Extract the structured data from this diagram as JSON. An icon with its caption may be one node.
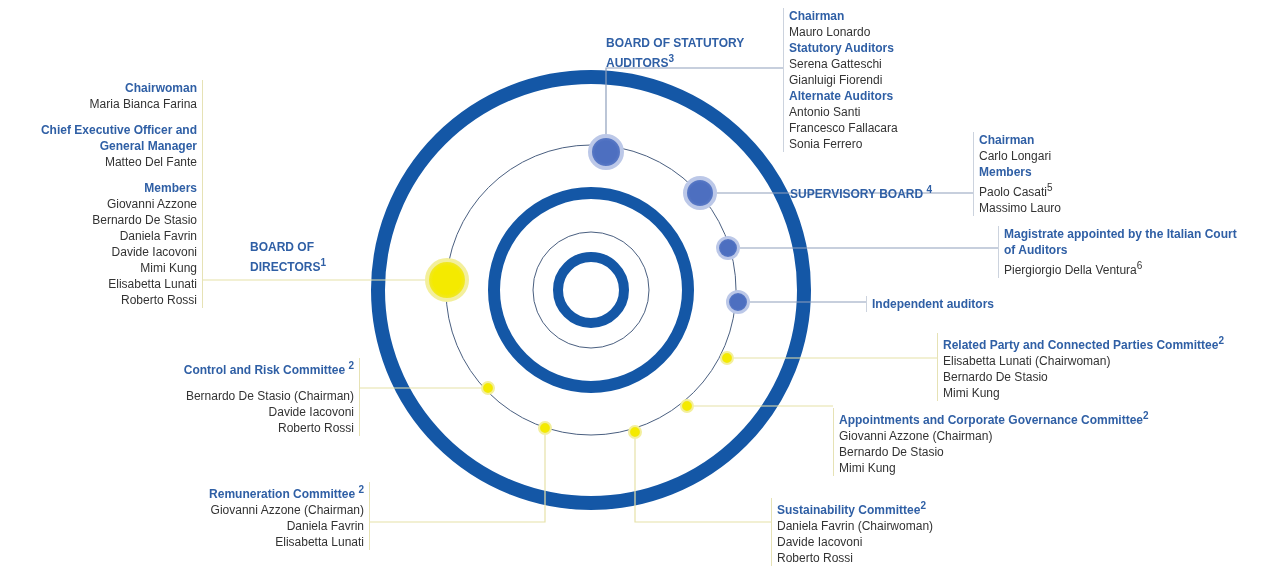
{
  "diagram": {
    "nodes": [
      {
        "text": [
          "Chairman",
          "Mauro Lonardo",
          "Statutory Auditors",
          "Serena Gatteschi",
          "Gianluigi Fiorendi",
          "Alternate Auditors",
          "Antonio Santi",
          "Francesco Fallacara",
          "Sonia Ferrero"
        ]
      },
      {
        "text": [],
        "shape": "circle"
      },
      {
        "text": [
          "Chairwoman",
          "Maria Bianca Farina",
          "Chief Executive Officer and General Manager",
          "Matteo Del Fante",
          "Members",
          "Giovanni Azzone",
          "Bernardo De Stasio",
          "Daniela Favrin",
          "Davide Iacovoni",
          "Mimi Kung",
          "Elisabetta Lunati",
          "Roberto Rossi"
        ]
      },
      {
        "text": [],
        "shape": "circle"
      },
      {
        "text": [
          "Chairman",
          "Carlo Longari",
          "Members",
          "Paolo Casati$^{5}$",
          "Massimo Lauro"
        ]
      },
      {
        "text": [],
        "shape": "circle"
      },
      {
        "text": [
          "Magistrate appointed by the Italian Court of Auditors",
          "Piergiorgio Della Ventura$^{6}$"
        ]
      },
      {
        "text": [],
        "shape": "circle"
      },
      {
        "text": [
          "Independent auditors"
        ]
      },
      {
        "text": [],
        "shape": "circle"
      },
      {
        "text": [
          "Related Party and Connected Parties Committee$^{2}$",
          "Elisabetta Lunati (Chairwoman)",
          "Bernardo De Stasio",
          "Mimi Kung"
        ]
      },
      {
        "text": [],
        "shape": "circle"
      },
      {
        "text": [
          "Control and Risk Committee $^{2}$",
          "Bernardo De Stasio (Chairman)",
          "Davide Iacovoni",
          "Roberto Rossi"
        ]
      },
      {
        "text": [],
        "shape": "circle"
      },
      {
        "text": [
          "Appointments and Corporate Governance Committee$^{2}$",
          "Giovanni Azzone (Chairman)",
          "Bernardo De Stasio",
          "Mimi Kung"
        ]
      },
      {
        "text": [],
        "shape": "circle"
      },
      {
        "text": [],
        "shape": "circle"
      },
      {
        "text": [],
        "shape": "circle"
      },
      {
        "text": [
          "Remuneration Committee $^{2}$",
          "Giovanni Azzone (Chairman)",
          "Daniela Favrin",
          "Elisabetta Lunati"
        ]
      },
      {
        "text": [
          "Sustainability Committee$^{2}$",
          "Daniela Favrin (Chairwoman)",
          "Davide Iacovoni",
          "Roberto Rossi"
        ]
      }
    ],
    "edges": [
      {
        "from": 0,
        "to": 1,
        "arrow": "none",
        "color": "#8fa0bc"
      },
      {
        "from": 2,
        "to": 3,
        "arrow": "none"
      },
      {
        "from": 4,
        "to": 5,
        "arrow": "none",
        "color": "#8fa0bc"
      },
      {
        "from": 6,
        "to": 7,
        "arrow": "none",
        "color": "#8fa0bc"
      },
      {
        "from": 8,
        "to": 9,
        "arrow": "none",
        "color": "#8fa0bc"
      },
      {
        "from": 10,
        "to": 11,
        "arrow": "none"
      },
      {
        "from": 12,
        "to": 13,
        "arrow": "none"
      },
      {
        "from": 14,
        "to": 15,
        "arrow": "none"
      },
      {
        "from": 18,
        "to": 16,
        "arrow": "none"
      },
      {
        "from": 19,
        "to": 17,
        "arrow": "none"
      }
    ],
    "labels": [
      "BOARD OF STATUTORY AUDITORS$^{3}$",
      "BOARD OF DIRECTORS$^{1}$",
      "SUPERVISORY BOARD $^{4}$"
    ]
  }
}
